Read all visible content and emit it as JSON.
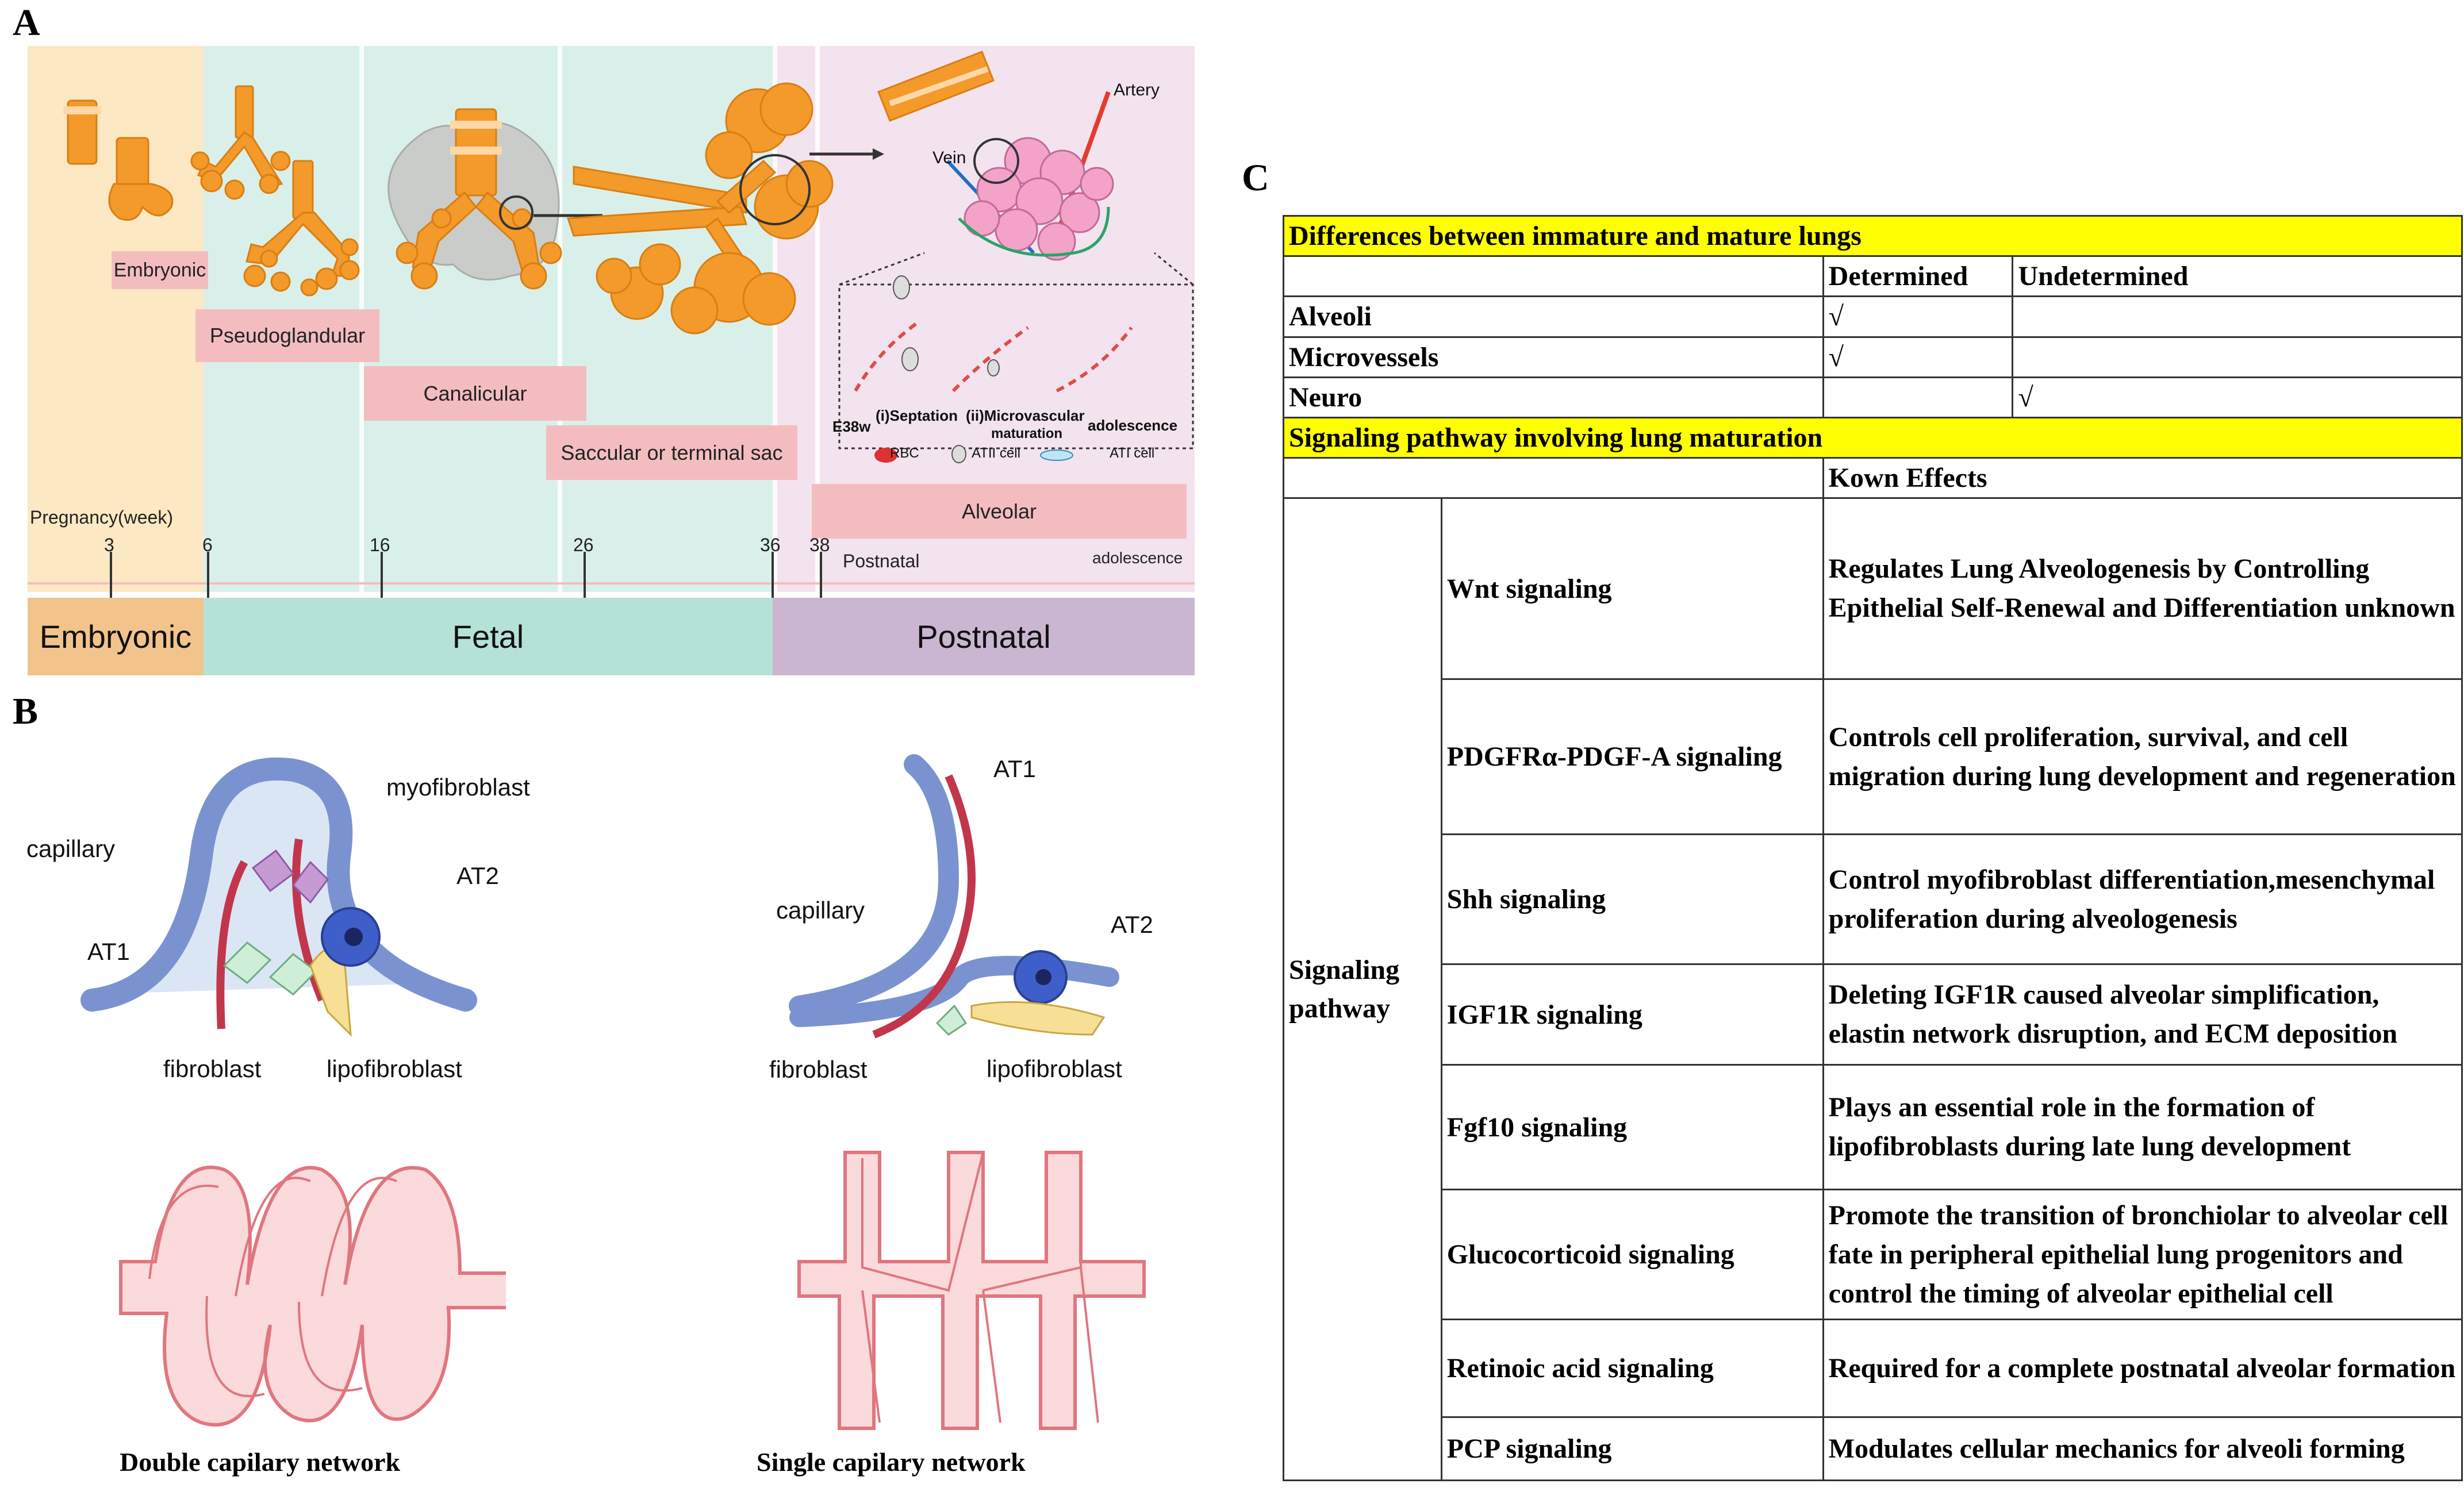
{
  "panels": {
    "a": "A",
    "b": "B",
    "c": "C"
  },
  "panel_a": {
    "stage_labels": {
      "embryonic": "Embryonic",
      "pseudoglandular": "Pseudoglandular",
      "canalicular": "Canalicular",
      "saccular": "Saccular or terminal sac",
      "alveolar": "Alveolar"
    },
    "axis_title": "Pregnancy(week)",
    "ticks": [
      "3",
      "6",
      "16",
      "26",
      "36",
      "38"
    ],
    "postnatal_tick": "Postnatal",
    "adolescence_tick": "adolescence",
    "bands": {
      "embryonic": "Embryonic",
      "fetal": "Fetal",
      "postnatal": "Postnatal"
    },
    "vessel_labels": {
      "artery": "Artery",
      "vein": "Vein"
    },
    "inset": {
      "e38w": "E38w",
      "septation": "(i)Septation",
      "microvascular": "(ii)Microvascular",
      "maturation": "maturation",
      "adolescence": "adolescence",
      "legend_rbc": "RBC",
      "legend_atii": "ATII cell",
      "legend_ati": "ATI cell"
    },
    "colors": {
      "embryonic_bg": "#fde8c4",
      "fetal_bg": "#d9f0ea",
      "postnatal_bg": "#f3e3ee",
      "stage_bar": "#f3bdbf",
      "band_embryonic": "#f2c48c",
      "band_fetal": "#b5e2d8",
      "band_postnatal": "#cbb6d1",
      "lung_orange": "#f39a2b"
    }
  },
  "panel_b": {
    "left_labels": {
      "capillary": "capillary",
      "myofibroblast": "myofibroblast",
      "at1": "AT1",
      "at2": "AT2",
      "fibroblast": "fibroblast",
      "lipofibroblast": "lipofibroblast"
    },
    "right_labels": {
      "at1": "AT1",
      "capillary": "capillary",
      "at2": "AT2",
      "fibroblast": "fibroblast",
      "lipofibroblast": "lipofibroblast"
    },
    "caption_double": "Double capilary network",
    "caption_single": "Single capilary network"
  },
  "panel_c": {
    "header1": "Differences between immature and mature lungs",
    "col_determined": "Determined",
    "col_undetermined": "Undetermined",
    "rows": [
      {
        "name": "Alveoli",
        "determined": "√",
        "undetermined": ""
      },
      {
        "name": "Microvessels",
        "determined": "√",
        "undetermined": ""
      },
      {
        "name": "Neuro",
        "determined": "",
        "undetermined": "√"
      }
    ],
    "header2": "Signaling pathway involving lung maturation",
    "col_effects": "Kown Effects",
    "group_label_line1": "Signaling",
    "group_label_line2": "pathway",
    "pathways": [
      {
        "name": "Wnt signaling",
        "effect": "Regulates Lung Alveologenesis by Controlling Epithelial Self-Renewal and Differentiation unknown"
      },
      {
        "name": "PDGFRα-PDGF-A signaling",
        "effect": "Controls cell proliferation, survival, and cell migration during lung development and regeneration"
      },
      {
        "name": "Shh signaling",
        "effect": "Control myofibroblast differentiation,mesenchymal proliferation during alveologenesis"
      },
      {
        "name": "IGF1R signaling",
        "effect": "Deleting IGF1R caused alveolar simplification, elastin network disruption, and ECM deposition"
      },
      {
        "name": "Fgf10 signaling",
        "effect": "Plays an essential role in the formation of lipofibroblasts during late lung development"
      },
      {
        "name": "Glucocorticoid signaling",
        "effect": "Promote the transition of bronchiolar to alveolar cell fate in peripheral epithelial lung progenitors and control the timing of alveolar epithelial cell"
      },
      {
        "name": "Retinoic acid signaling",
        "effect": "Required for a complete postnatal alveolar formation"
      },
      {
        "name": "PCP signaling",
        "effect": "Modulates cellular mechanics for alveoli forming"
      }
    ],
    "colors": {
      "header_bg": "#ffff00"
    }
  }
}
